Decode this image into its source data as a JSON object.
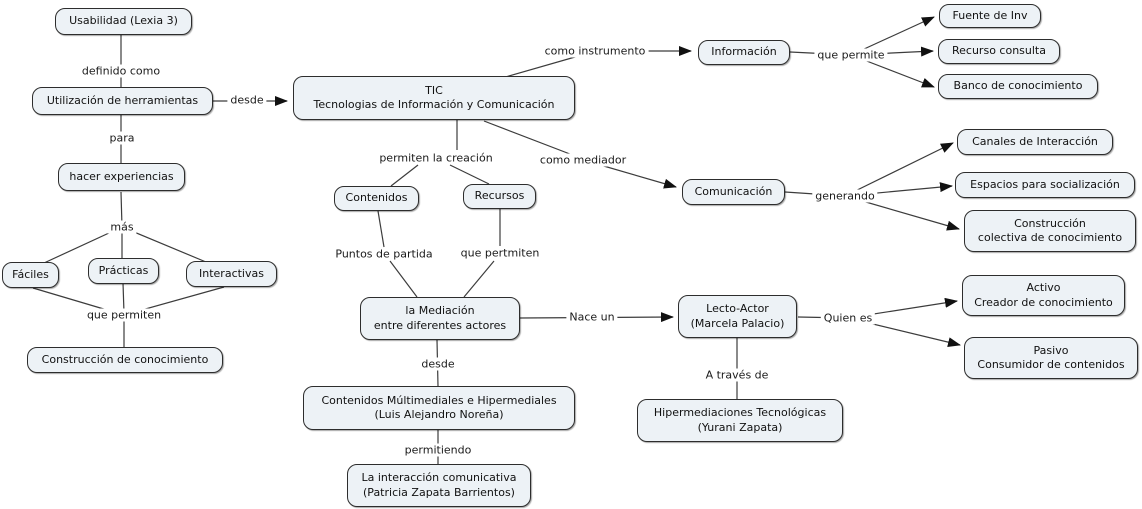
{
  "diagram": {
    "title": "Concept map: TIC - Tecnologias de Información y Comunicación",
    "colors": {
      "node_fill": "#edf2f6",
      "node_border": "#2d2d2d",
      "line": "#3c3c3c",
      "arrow": "#111111",
      "background": "#ffffff",
      "text": "#111111"
    },
    "nodes": {
      "usabilidad": {
        "label": "Usabilidad (Lexia 3)"
      },
      "utilizacion": {
        "label": "Utilización de herramientas"
      },
      "hacer_experiencias": {
        "label": "hacer experiencias"
      },
      "faciles": {
        "label": "Fáciles"
      },
      "practicas": {
        "label": "Prácticas"
      },
      "interactivas": {
        "label": "Interactivas"
      },
      "construccion_conocimiento": {
        "label": "Construcción de conocimiento"
      },
      "tic": {
        "line1": "TIC",
        "line2": "Tecnologias de Información y Comunicación"
      },
      "informacion": {
        "label": "Información"
      },
      "fuente_inv": {
        "label": "Fuente de Inv"
      },
      "recurso_consulta": {
        "label": "Recurso consulta"
      },
      "banco_conocimiento": {
        "label": "Banco de conocimiento"
      },
      "comunicacion": {
        "label": "Comunicación"
      },
      "canales_interaccion": {
        "label": "Canales de Interacción"
      },
      "espacios_socializacion": {
        "label": "Espacios para socialización"
      },
      "construccion_colectiva": {
        "line1": "Construcción",
        "line2": "colectiva de conocimiento"
      },
      "contenidos": {
        "label": "Contenidos"
      },
      "recursos": {
        "label": "Recursos"
      },
      "mediacion": {
        "line1": "la Mediación",
        "line2": "entre diferentes actores"
      },
      "lecto_actor": {
        "line1": "Lecto-Actor",
        "line2": "(Marcela Palacio)"
      },
      "activo": {
        "line1": "Activo",
        "line2": "Creador de conocimiento"
      },
      "pasivo": {
        "line1": "Pasivo",
        "line2": "Consumidor de contenidos"
      },
      "contenidos_multimediales": {
        "line1": "Contenidos Múltimediales e Hipermediales",
        "line2": "(Luis Alejandro Noreña)"
      },
      "interaccion_comunicativa": {
        "line1": "La interacción comunicativa",
        "line2": "(Patricia Zapata Barrientos)"
      },
      "hipermediaciones": {
        "line1": "Hipermediaciones Tecnológicas",
        "line2": "(Yurani Zapata)"
      }
    },
    "links": {
      "definido_como": "definido como",
      "desde_tic": "desde",
      "para": "para",
      "mas": "más",
      "que_permiten": "que permiten",
      "como_instrumento": "como instrumento",
      "que_permite": "que permite",
      "permiten_la_creacion": "permiten la creación",
      "como_mediador": "como mediador",
      "generando": "generando",
      "puntos_de_partida": "Puntos de partida",
      "que_pertmiten": "que pertmiten",
      "nace_un": "Nace un",
      "quien_es": "Quien es",
      "desde_contenidos": "desde",
      "permitiendo": "permitiendo",
      "a_traves_de": "A través de"
    }
  }
}
